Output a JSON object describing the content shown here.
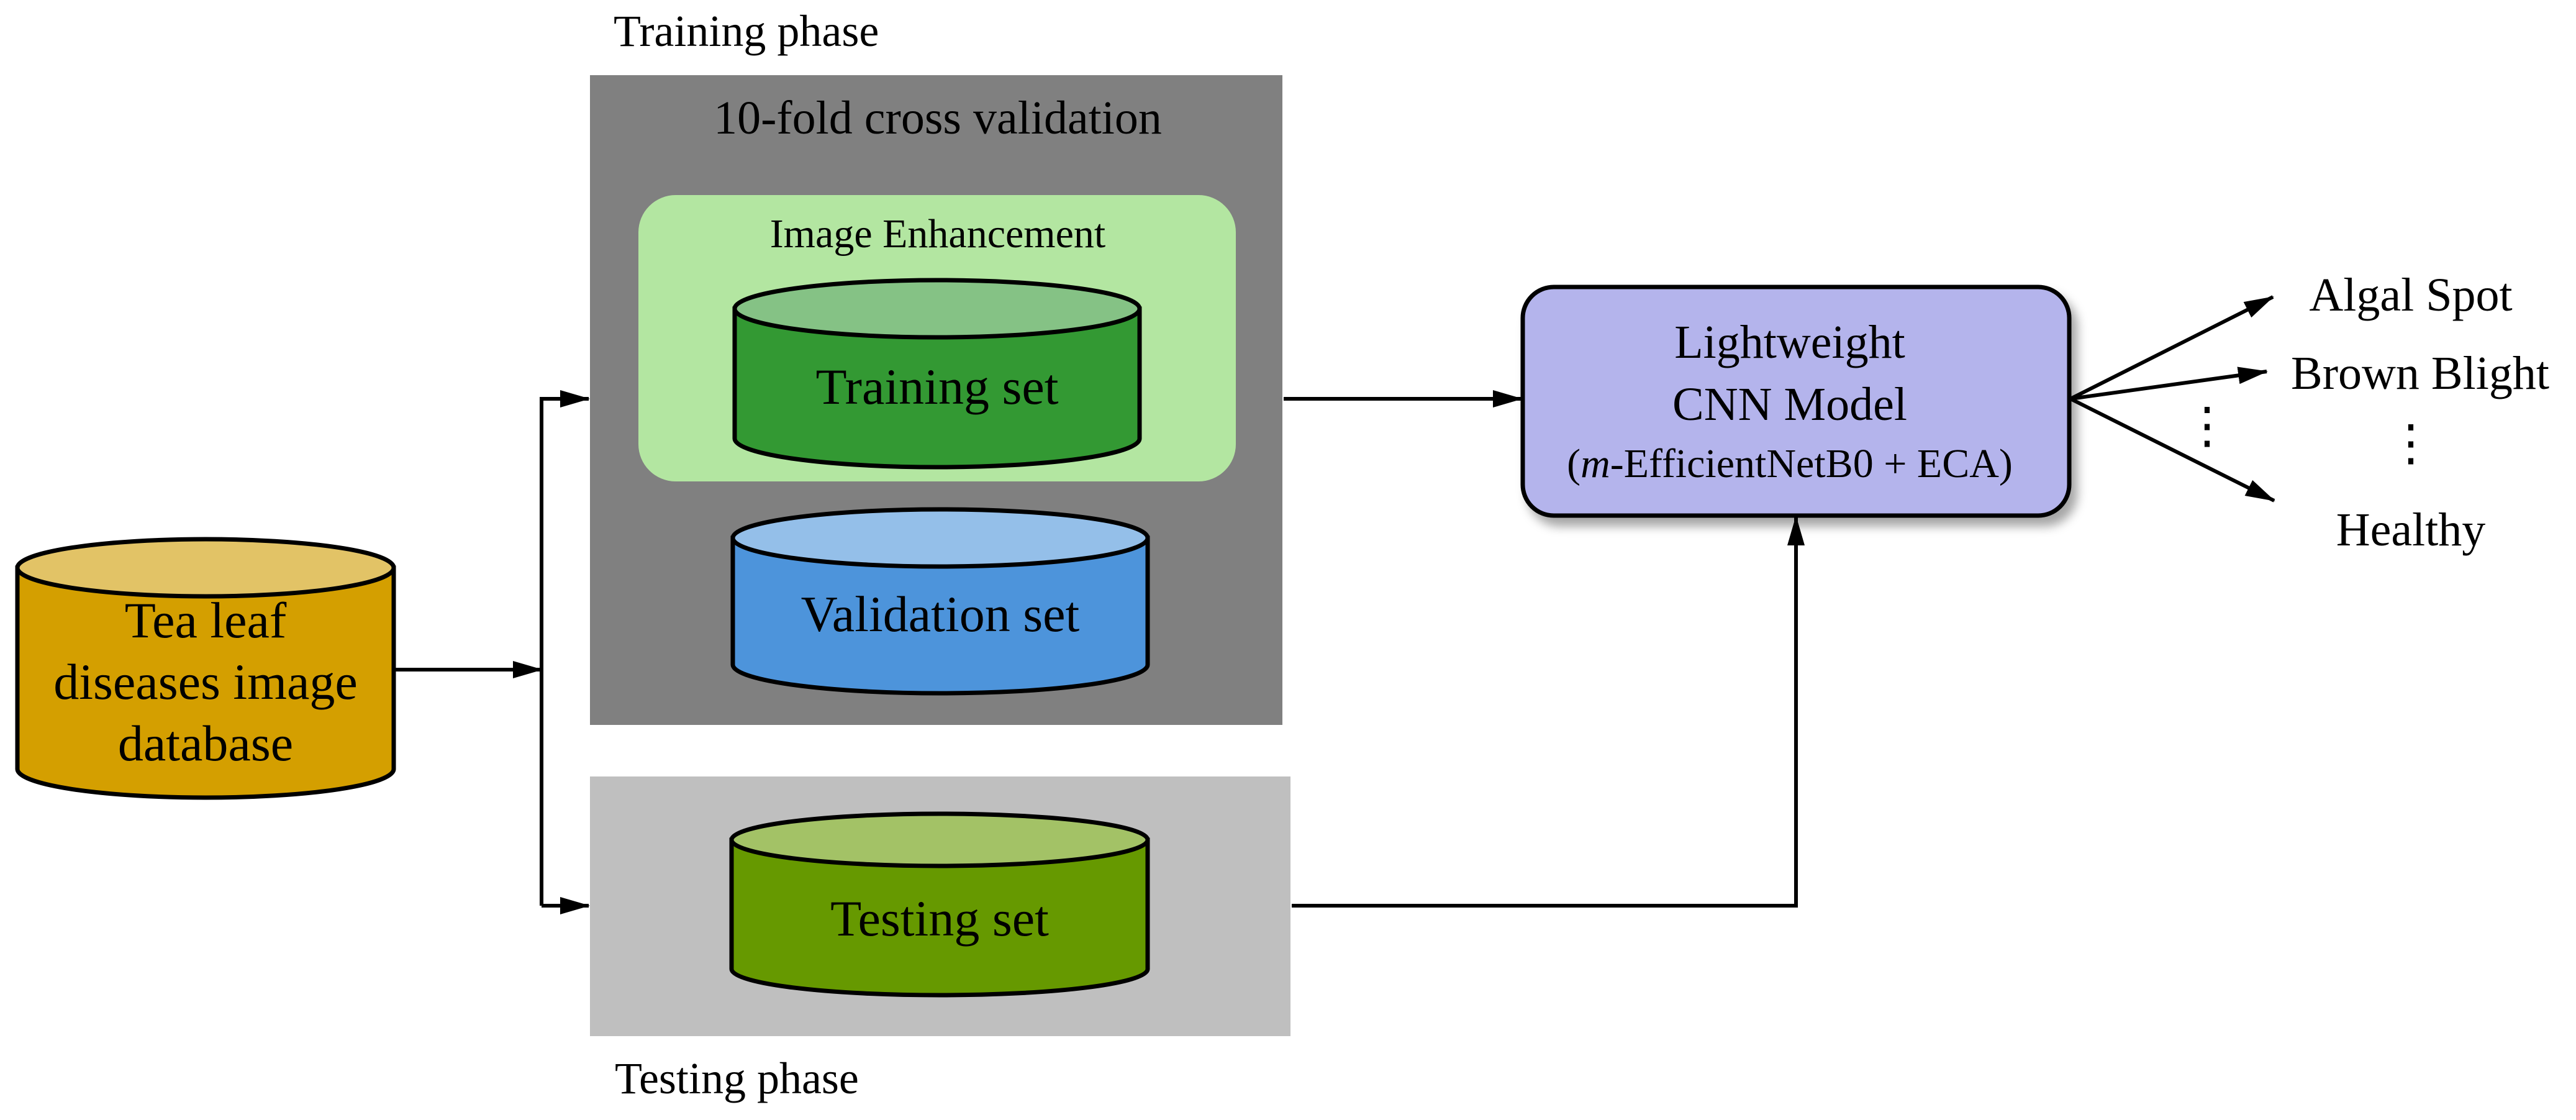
{
  "phases": {
    "training_label": "Training phase",
    "testing_label": "Testing phase",
    "cross_validation_label": "10-fold cross validation",
    "enhancement_label": "Image Enhancement"
  },
  "database": {
    "line1": "Tea leaf",
    "line2": "diseases image",
    "line3": "database",
    "color": "#D49F00",
    "top_color": "#E2C366"
  },
  "datasets": {
    "training_label": "Training set",
    "training_color": "#339933",
    "training_top_color": "#85C285",
    "validation_label": "Validation set",
    "validation_color": "#4D94DB",
    "validation_top_color": "#94BFE9",
    "testing_label": "Testing set",
    "testing_color": "#669900",
    "testing_top_color": "#A3C266"
  },
  "model": {
    "line1": "Lightweight",
    "line2": "CNN Model",
    "line3_prefix": "(",
    "line3_italic": "m",
    "line3_rest": "-EfficientNetB0 + ECA)",
    "color": "#B4B4EC"
  },
  "outputs": {
    "items": [
      "Algal Spot",
      "Brown Blight",
      "⋮",
      "Healthy"
    ],
    "mid_ellipsis": "⋮"
  },
  "colors": {
    "training_panel": "#808080",
    "testing_panel": "#BFBFBF",
    "enhancement_panel": "#B3E6A1"
  }
}
